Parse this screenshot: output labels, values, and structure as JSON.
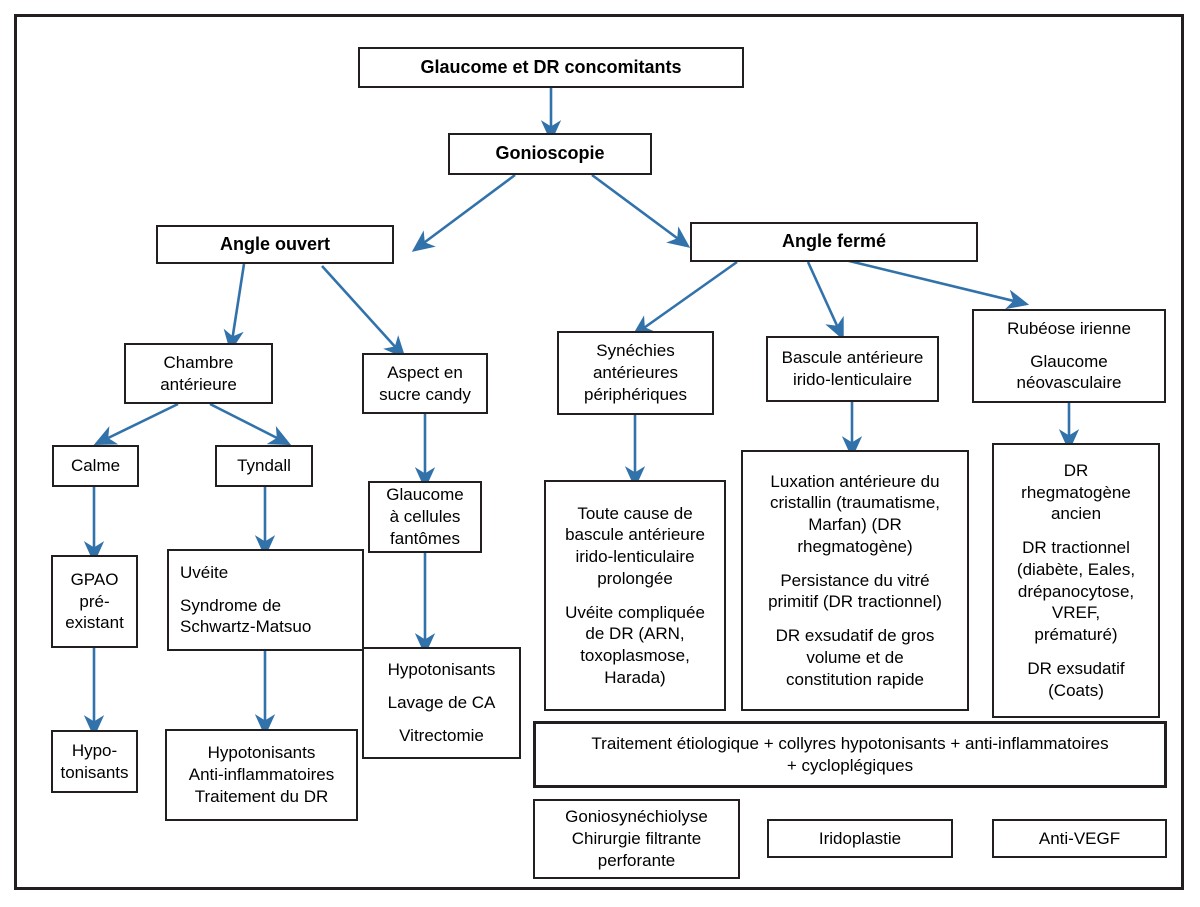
{
  "diagram": {
    "title": "Glaucome et DR concomitants",
    "accent_color": "#3272ab",
    "border_color": "#231f20",
    "background": "#ffffff",
    "nodes": {
      "root": {
        "label": "Glaucome et DR concomitants"
      },
      "gonioscopie": {
        "label": "Gonioscopie"
      },
      "angle_ouvert": {
        "label": "Angle ouvert"
      },
      "angle_ferme": {
        "label": "Angle fermé"
      },
      "chambre_anterieure": {
        "l1": "Chambre",
        "l2": "antérieure"
      },
      "aspect_sucre_candy": {
        "l1": "Aspect en",
        "l2": "sucre candy"
      },
      "calme": {
        "label": "Calme"
      },
      "tyndall": {
        "label": "Tyndall"
      },
      "gpao": {
        "l1": "GPAO",
        "l2": "pré-",
        "l3": "existant"
      },
      "uveite_schwartz": {
        "l1": "Uvéite",
        "l2": "Syndrome de",
        "l3": "Schwartz-Matsuo"
      },
      "hypotonisants_gauche": {
        "l1": "Hypo-",
        "l2": "tonisants"
      },
      "traitement_uveite": {
        "l1": "Hypotonisants",
        "l2": "Anti-inflammatoires",
        "l3": "Traitement du DR"
      },
      "glaucome_cellules_fantomes": {
        "l1": "Glaucome",
        "l2": "à cellules",
        "l3": "fantômes"
      },
      "traitement_fantomes": {
        "l1": "Hypotonisants",
        "l2": "Lavage de CA",
        "l3": "Vitrectomie"
      },
      "synechies": {
        "l1": "Synéchies",
        "l2": "antérieures",
        "l3": "périphériques"
      },
      "causes_synechies": {
        "p1_l1": "Toute cause de",
        "p1_l2": "bascule antérieure",
        "p1_l3": "irido-lenticulaire",
        "p1_l4": "prolongée",
        "p2_l1": "Uvéite compliquée",
        "p2_l2": "de DR (ARN,",
        "p2_l3": "toxoplasmose,",
        "p2_l4": "Harada)"
      },
      "bascule_anterieure": {
        "l1": "Bascule antérieure",
        "l2": "irido-lenticulaire"
      },
      "causes_bascule": {
        "p1_l1": "Luxation antérieure du",
        "p1_l2": "cristallin (traumatisme,",
        "p1_l3": "Marfan) (DR",
        "p1_l4": "rhegmatogène)",
        "p2_l1": "Persistance du vitré",
        "p2_l2": "primitif (DR tractionnel)",
        "p3_l1": "DR exsudatif de gros",
        "p3_l2": "volume et de",
        "p3_l3": "constitution rapide"
      },
      "rubeose": {
        "l1": "Rubéose irienne",
        "l2": "Glaucome",
        "l3": "néovasculaire"
      },
      "causes_rubeose": {
        "p1_l1": "DR",
        "p1_l2": "rhegmatogène",
        "p1_l3": "ancien",
        "p2_l1": "DR tractionnel",
        "p2_l2": "(diabète, Eales,",
        "p2_l3": "drépanocytose,",
        "p2_l4": "VREF,",
        "p2_l5": "prématuré)",
        "p3_l1": "DR exsudatif",
        "p3_l2": "(Coats)"
      },
      "traitement_global": {
        "l1": "Traitement étiologique + collyres hypotonisants + anti-inflammatoires",
        "l2": "+ cycloplégiques"
      },
      "goniosynechiolyse": {
        "l1": "Goniosynéchiolyse",
        "l2": "Chirurgie filtrante",
        "l3": "perforante"
      },
      "iridoplastie": {
        "label": "Iridoplastie"
      },
      "anti_vegf": {
        "label": "Anti-VEGF"
      }
    }
  }
}
